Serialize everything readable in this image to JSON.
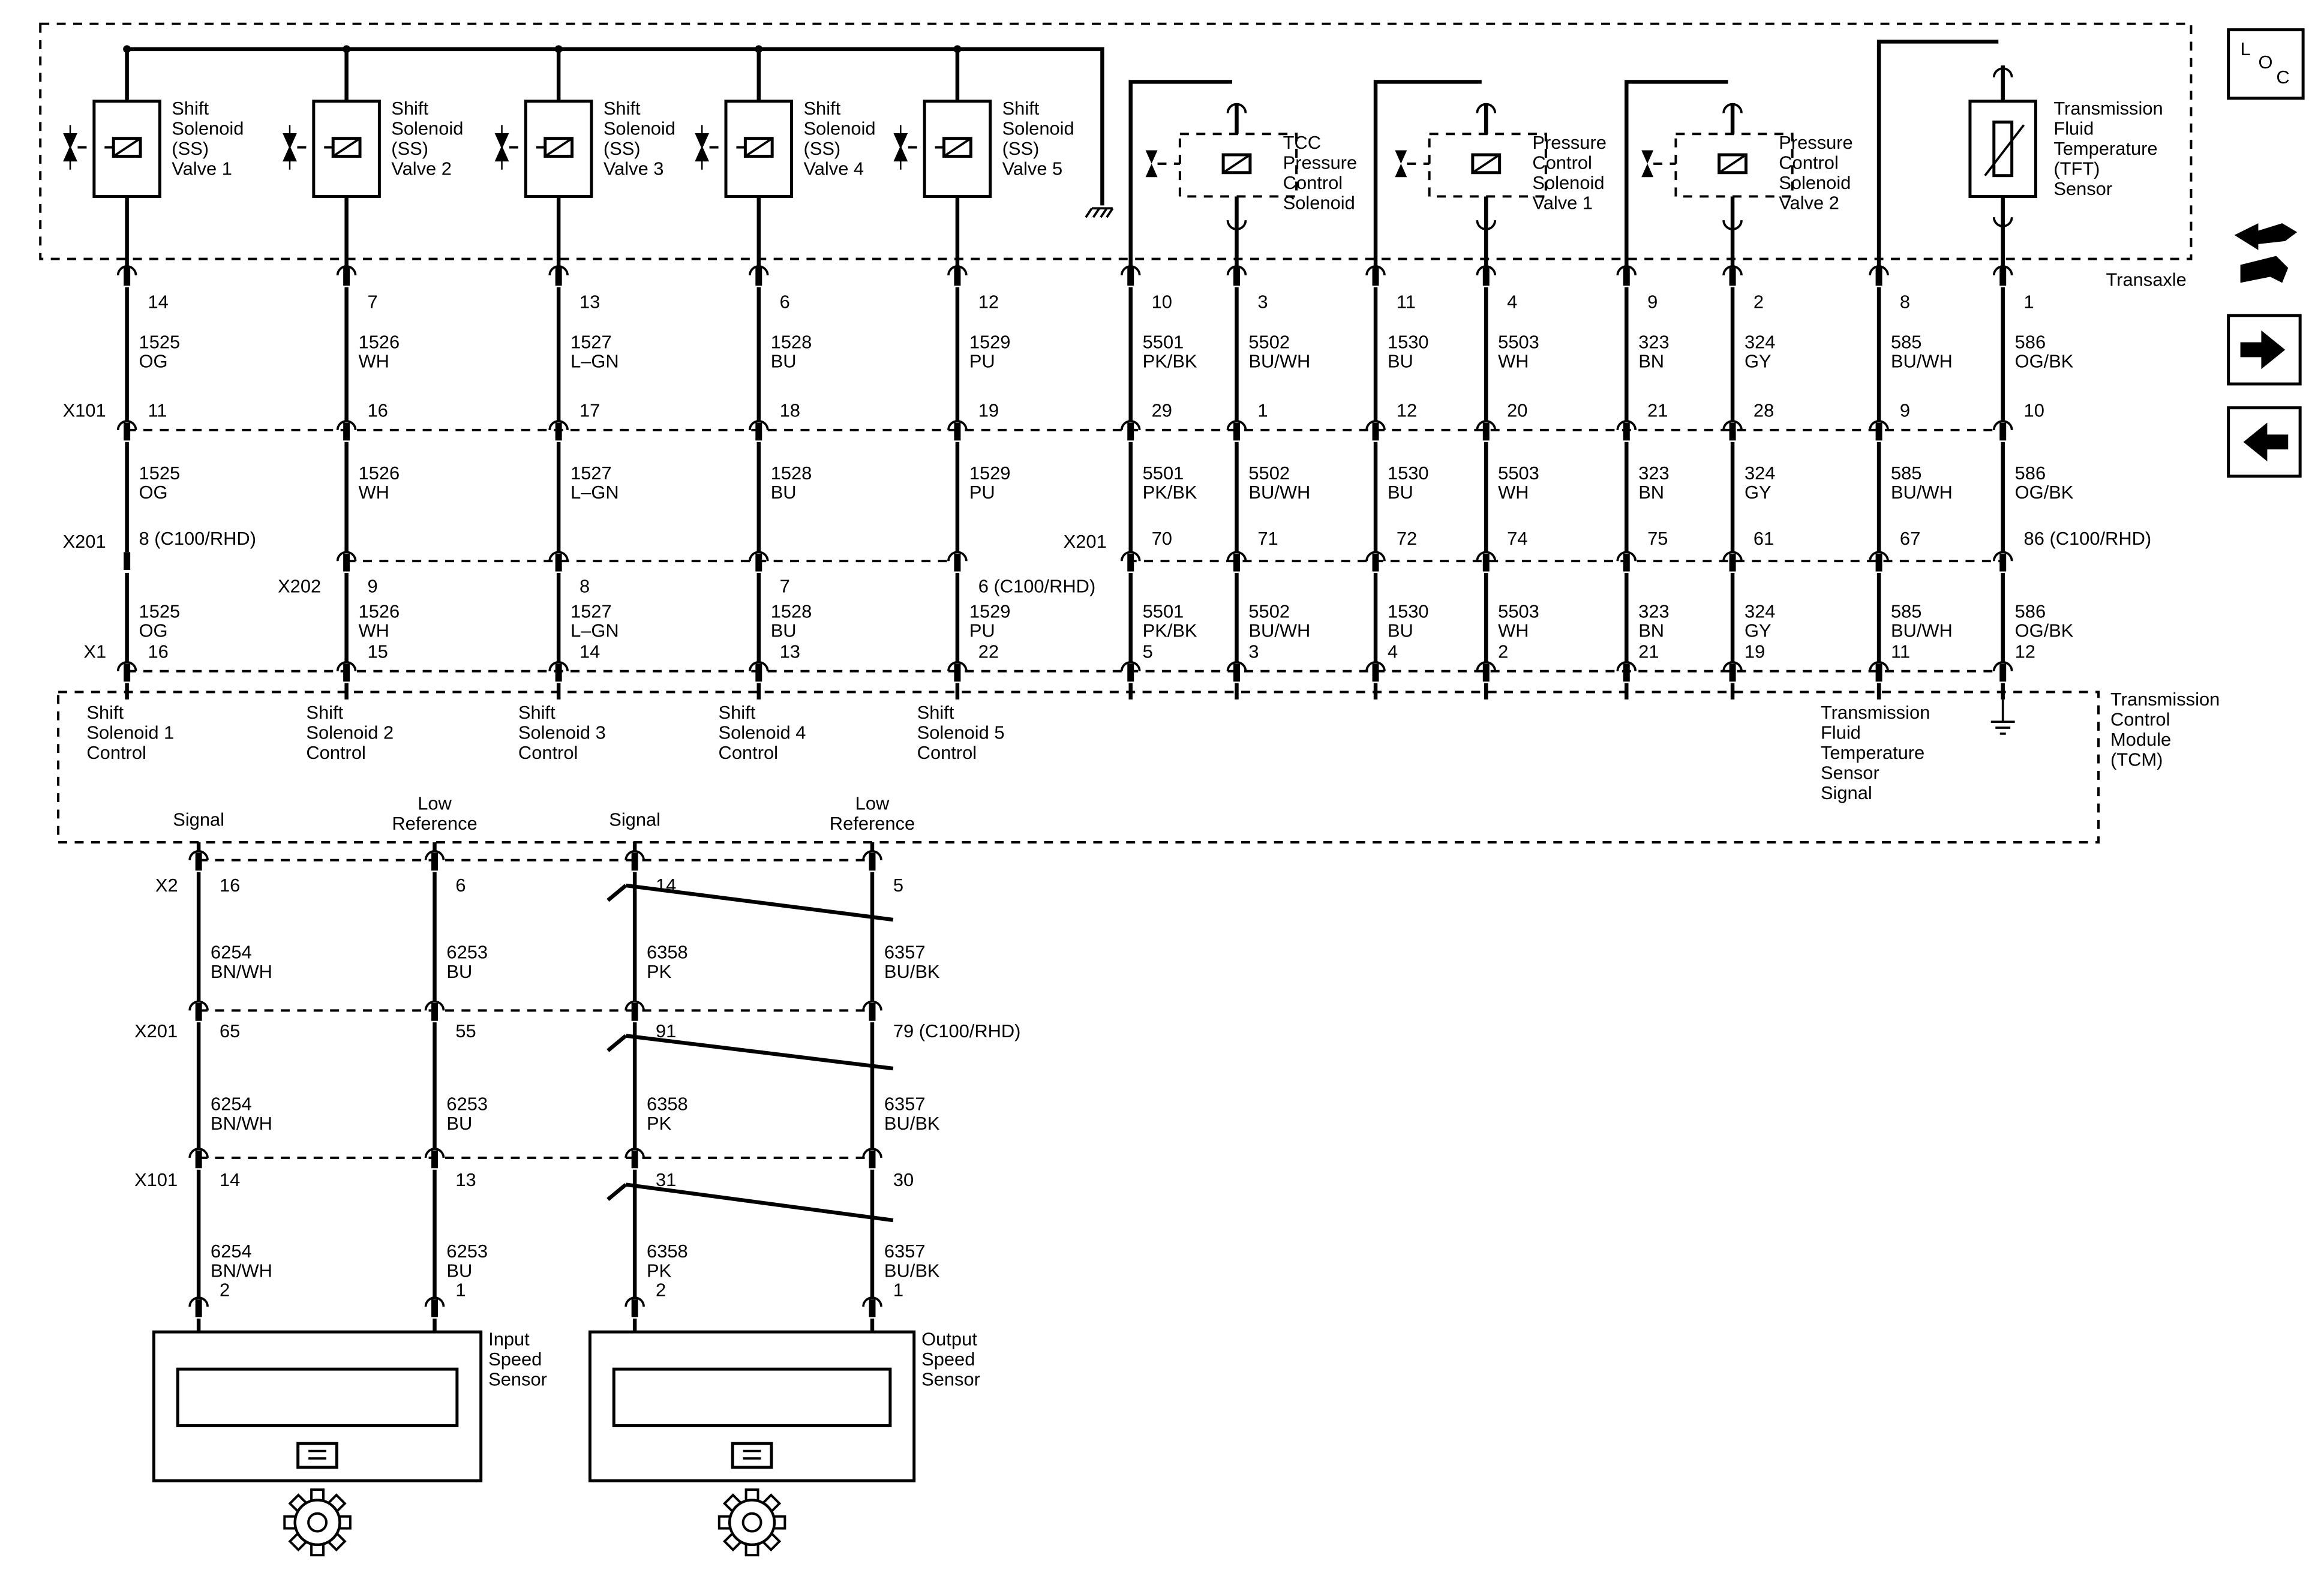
{
  "transaxle_label": "Transaxle",
  "tcm_label": [
    "Transmission",
    "Control",
    "Module",
    "(TCM)"
  ],
  "loc_icon": "loc-icon",
  "nav": {
    "icons": [
      "vehicle-wrench-icon",
      "arrow-right-icon",
      "arrow-left-icon"
    ]
  },
  "solenoids": [
    {
      "label": [
        "Shift",
        "Solenoid",
        "(SS)",
        "Valve 1"
      ],
      "pin": "14",
      "circuit": "1525",
      "color": "OG",
      "x101": "11",
      "x201": "8 (C100/RHD)",
      "x1": "16",
      "tcm": [
        "Shift",
        "Solenoid 1",
        "Control"
      ]
    },
    {
      "label": [
        "Shift",
        "Solenoid",
        "(SS)",
        "Valve 2"
      ],
      "pin": "7",
      "circuit": "1526",
      "color": "WH",
      "x101": "16",
      "x202": "9",
      "x1": "15",
      "tcm": [
        "Shift",
        "Solenoid 2",
        "Control"
      ]
    },
    {
      "label": [
        "Shift",
        "Solenoid",
        "(SS)",
        "Valve 3"
      ],
      "pin": "13",
      "circuit": "1527",
      "color": "L–GN",
      "x101": "17",
      "x202": "8",
      "x1": "14",
      "tcm": [
        "Shift",
        "Solenoid 3",
        "Control"
      ]
    },
    {
      "label": [
        "Shift",
        "Solenoid",
        "(SS)",
        "Valve 4"
      ],
      "pin": "6",
      "circuit": "1528",
      "color": "BU",
      "x101": "18",
      "x202": "7",
      "x1": "13",
      "tcm": [
        "Shift",
        "Solenoid 4",
        "Control"
      ]
    },
    {
      "label": [
        "Shift",
        "Solenoid",
        "(SS)",
        "Valve 5"
      ],
      "pin": "12",
      "circuit": "1529",
      "color": "PU",
      "x101": "19",
      "x202": "6 (C100/RHD)",
      "x1": "22",
      "tcm": [
        "Shift",
        "Solenoid 5",
        "Control"
      ]
    }
  ],
  "pressure_devices": [
    {
      "label": [
        "TCC",
        "Pressure",
        "Control",
        "Solenoid"
      ],
      "wires": [
        {
          "pin": "10",
          "circuit": "5501",
          "color": "PK/BK",
          "x101": "29",
          "x201": "70",
          "x1": "5"
        },
        {
          "pin": "3",
          "circuit": "5502",
          "color": "BU/WH",
          "x101": "1",
          "x201": "71",
          "x1": "3"
        }
      ]
    },
    {
      "label": [
        "Pressure",
        "Control",
        "Solenoid",
        "Valve 1"
      ],
      "wires": [
        {
          "pin": "11",
          "circuit": "1530",
          "color": "BU",
          "x101": "12",
          "x201": "72",
          "x1": "4"
        },
        {
          "pin": "4",
          "circuit": "5503",
          "color": "WH",
          "x101": "20",
          "x201": "74",
          "x1": "2"
        }
      ]
    },
    {
      "label": [
        "Pressure",
        "Control",
        "Solenoid",
        "Valve 2"
      ],
      "wires": [
        {
          "pin": "9",
          "circuit": "323",
          "color": "BN",
          "x101": "21",
          "x201": "75",
          "x1": "21"
        },
        {
          "pin": "2",
          "circuit": "324",
          "color": "GY",
          "x101": "28",
          "x201": "61",
          "x1": "19"
        }
      ]
    },
    {
      "label": [
        "Transmission",
        "Fluid",
        "Temperature",
        "(TFT)",
        "Sensor"
      ],
      "wires": [
        {
          "pin": "8",
          "circuit": "585",
          "color": "BU/WH",
          "x101": "9",
          "x201": "67",
          "x1": "11"
        },
        {
          "pin": "1",
          "circuit": "586",
          "color": "OG/BK",
          "x101": "10",
          "x201": "86 (C100/RHD)",
          "x1": "12"
        }
      ]
    }
  ],
  "tft_signal_label": [
    "Transmission",
    "Fluid",
    "Temperature",
    "Sensor",
    "Signal"
  ],
  "connectors": {
    "x101": "X101",
    "x201": "X201",
    "x202": "X202",
    "x1": "X1",
    "x2": "X2"
  },
  "speed_sensors": [
    {
      "label": [
        "Input",
        "Speed",
        "Sensor"
      ],
      "wires": [
        {
          "tcm": [
            "Signal"
          ],
          "x2": "16",
          "circuit": "6254",
          "color": "BN/WH",
          "x201": "65",
          "x101": "14",
          "pin": "2"
        },
        {
          "tcm": [
            "Low",
            "Reference"
          ],
          "x2": "6",
          "circuit": "6253",
          "color": "BU",
          "x201": "55",
          "x101": "13",
          "pin": "1"
        }
      ]
    },
    {
      "label": [
        "Output",
        "Speed",
        "Sensor"
      ],
      "wires": [
        {
          "tcm": [
            "Signal"
          ],
          "x2": "14",
          "circuit": "6358",
          "color": "PK",
          "x201": "91",
          "x101": "31",
          "pin": "2"
        },
        {
          "tcm": [
            "Low",
            "Reference"
          ],
          "x2": "5",
          "circuit": "6357",
          "color": "BU/BK",
          "x201": "79 (C100/RHD)",
          "x101": "30",
          "pin": "1"
        }
      ]
    }
  ]
}
